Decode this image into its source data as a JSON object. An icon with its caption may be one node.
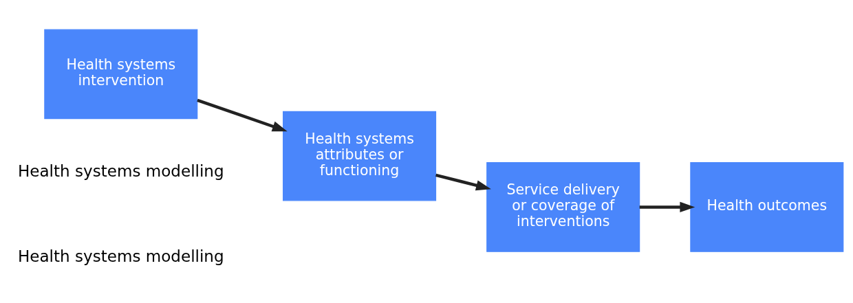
{
  "diagram": {
    "nodes": [
      {
        "text": [
          "Health systems intervention"
        ]
      },
      {
        "text": [
          "Health systems attributes or functioning"
        ]
      },
      {
        "text": [
          "Service delivery or coverage of interventions"
        ]
      },
      {
        "text": [
          "Health outcomes"
        ]
      }
    ],
    "edges": [
      {
        "from": 0,
        "to": 1,
        "arrow": "to"
      },
      {
        "from": 1,
        "to": 2,
        "arrow": "to"
      },
      {
        "from": 2,
        "to": 3,
        "arrow": "to"
      }
    ],
    "labels": [
      "Health systems modelling",
      "Health systems modelling"
    ]
  }
}
